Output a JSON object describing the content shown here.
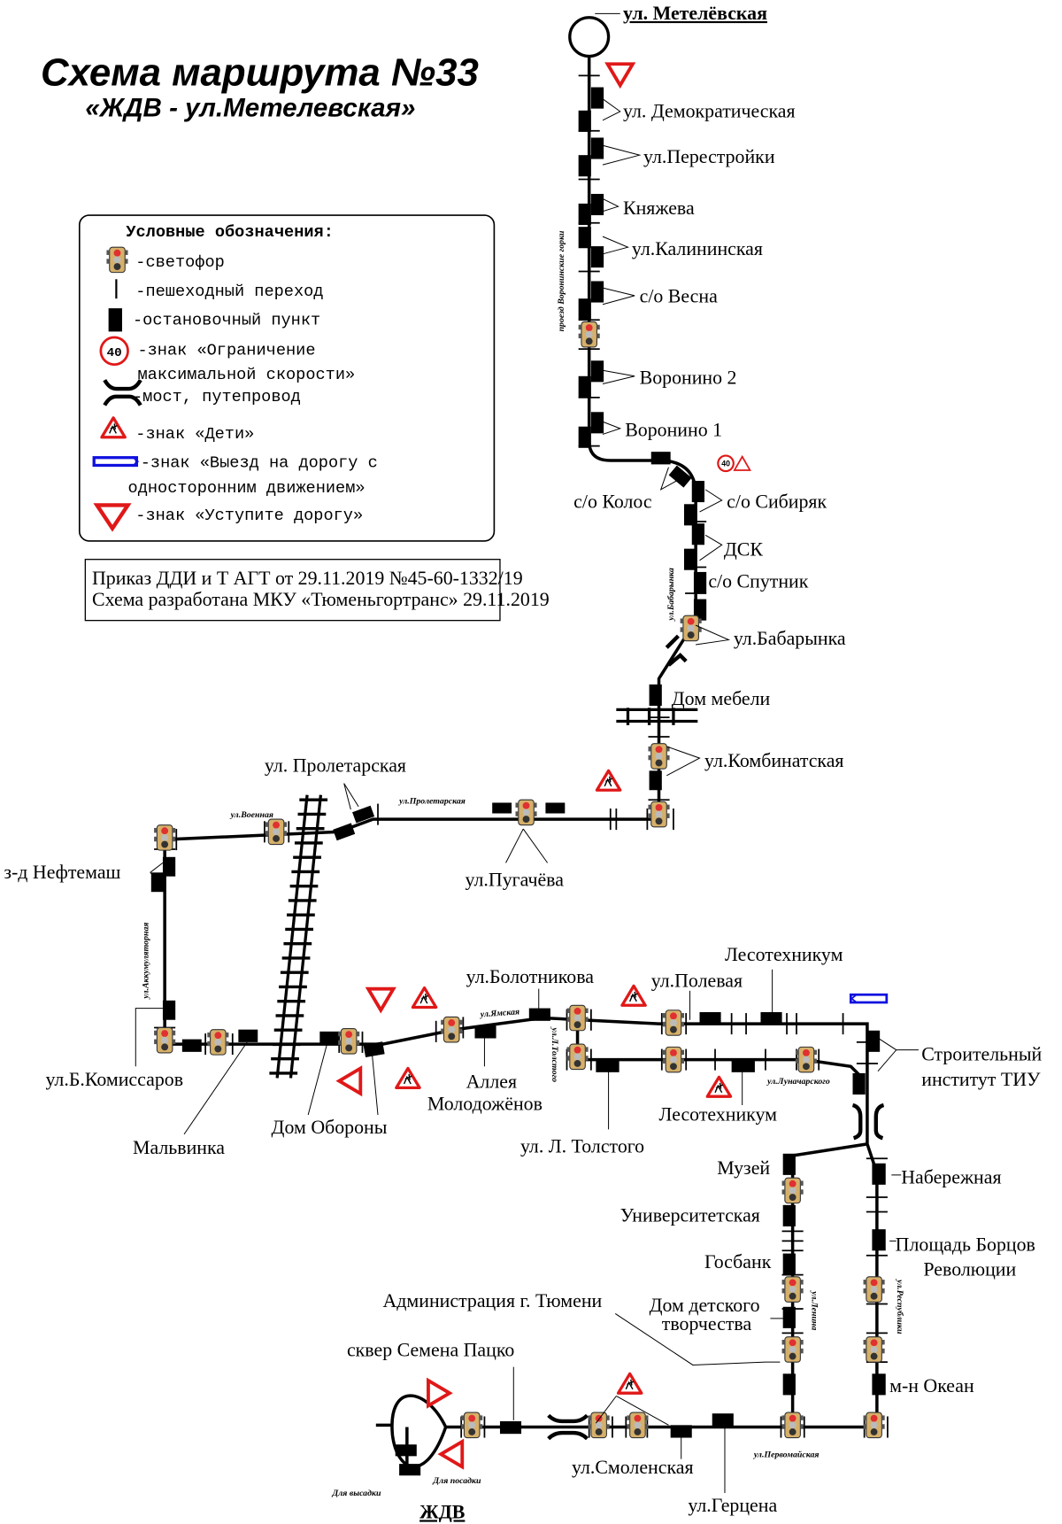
{
  "title": "Схема маршрута №33",
  "subtitle": "«ЖДВ - ул.Метелевская»",
  "legend": {
    "heading": "Условные обозначения:",
    "items": [
      "-светофор",
      "-пешеходный переход",
      "-остановочный пункт",
      "-знак «Ограничение",
      "максимальной скорости»",
      "-мост, путепровод",
      "-знак «Дети»",
      "-знак «Выезд на дорогу с",
      "односторонним движением»",
      "-знак «Уступите дорогу»"
    ],
    "speed_value": "40"
  },
  "order": {
    "line1": "Приказ ДДИ и Т АГТ от 29.11.2019 №45-60-1332/19",
    "line2": "Схема разработана МКУ «Тюменьгортранс» 29.11.2019"
  },
  "stops": {
    "metelevskaya": "ул. Метелёвская",
    "demokraticheskaya": "ул. Демократическая",
    "perestroiki": "ул.Перестройки",
    "knyazheva": "Княжева",
    "kalininskaya": "ул.Калининская",
    "vesna": "с/о Весна",
    "voronino2": "Воронино 2",
    "voronino1": "Воронино 1",
    "kolos": "с/о Колос",
    "sibiryak": "с/о Сибиряк",
    "dsk": "ДСК",
    "sputnik": "с/о Спутник",
    "babarynka": "ул.Бабарынка",
    "dom_mebeli": "Дом мебели",
    "kombinatskaya": "ул.Комбинатская",
    "proletarskaya": "ул. Пролетарская",
    "pugacheva": "ул.Пугачёва",
    "neftemash": "з-д Нефтемаш",
    "b_komissarov": "ул.Б.Комиссаров",
    "malvinka": "Мальвинка",
    "dom_oborony": "Дом Обороны",
    "alleya_1": "Аллея",
    "alleya_2": "Молодожёнов",
    "bolotnikova": "ул.Болотникова",
    "polevaya": "ул.Полевая",
    "lesotekhnikum_top": "Лесотехникум",
    "stroit_1": "Строительный",
    "stroit_2": "институт ТИУ",
    "lesotekhnikum_bottom": "Лесотехникум",
    "l_tolstogo": "ул. Л. Толстого",
    "muzei": "Музей",
    "naberezhnaya": "Набережная",
    "universitetskaya": "Университетская",
    "ploshchad_1": "Площадь Борцов",
    "ploshchad_2": "Революции",
    "gosbank": "Госбанк",
    "administratsiya": "Администрация г. Тюмени",
    "ddt_1": "Дом детского",
    "ddt_2": "творчества",
    "skver": "сквер Семена Пацко",
    "okean": "м-н Океан",
    "smolenskaya": "ул.Смоленская",
    "gertsena": "ул.Герцена",
    "zhdv": "ЖДВ",
    "vysadka": "Для высадки",
    "posadka": "Для посадки"
  },
  "streets": {
    "voroninskie": "проезд Воронинские горки",
    "babarynka": "ул.Бабарынка",
    "voennaya": "ул.Военная",
    "proletarskaya": "ул.Пролетарская",
    "akkumulyatornaya": "ул.Аккумуляторная",
    "yamskaya": "ул.Ямская",
    "l_tolstogo": "ул.Л.Толстого",
    "lunacharskogo": "ул.Луначарского",
    "lenina": "ул.Ленина",
    "respubliki": "ул.Республики",
    "pervomaiskaya": "ул.Первомайская"
  },
  "colors": {
    "sign_red": "#e01818",
    "sign_blue": "#1010e0",
    "light_body": "#d6b06a"
  }
}
